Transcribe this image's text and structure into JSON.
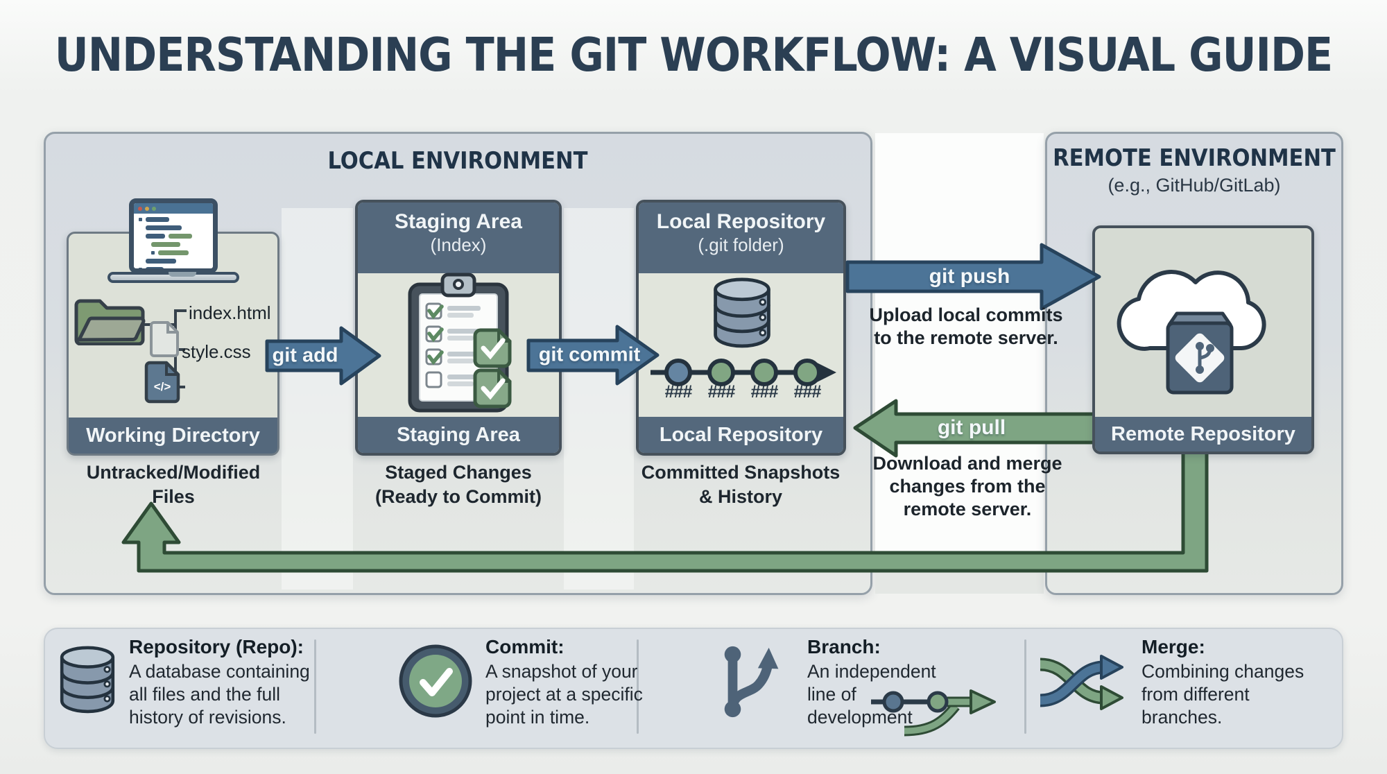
{
  "title": "UNDERSTANDING THE GIT WORKFLOW: A VISUAL GUIDE",
  "local_env": {
    "label": "LOCAL ENVIRONMENT",
    "working_directory": {
      "file_tree": {
        "file1": "index.html",
        "file2": "style.css",
        "code_glyph": "</>"
      },
      "footer": "Working Directory",
      "caption_lines": [
        "Untracked/Modified",
        "Files"
      ]
    },
    "staging_area": {
      "header": "Staging Area",
      "header_sub": "(Index)",
      "footer": "Staging Area",
      "caption_lines": [
        "Staged Changes",
        "(Ready to Commit)"
      ]
    },
    "local_repository": {
      "header": "Local Repository",
      "header_sub": "(.git folder)",
      "footer": "Local Repository",
      "caption_lines": [
        "Committed Snapshots",
        "& History"
      ],
      "commit_labels": [
        "###",
        "###",
        "###",
        "###"
      ]
    }
  },
  "remote_env": {
    "label": "REMOTE ENVIRONMENT",
    "sublabel": "(e.g., GitHub/GitLab)",
    "remote_repository": {
      "footer": "Remote Repository"
    }
  },
  "flows": {
    "git_add": {
      "label": "git add"
    },
    "git_commit": {
      "label": "git commit"
    },
    "git_push": {
      "label": "git push",
      "description_lines": [
        "Upload local commits",
        "to the remote server."
      ]
    },
    "git_pull": {
      "label": "git pull",
      "description_lines": [
        "Download and merge",
        "changes from the",
        "remote server."
      ]
    }
  },
  "legend": {
    "items": [
      {
        "icon": "database-icon",
        "term": "Repository (Repo):",
        "definition_lines": [
          "A database containing",
          "all files and the full",
          "history of revisions."
        ]
      },
      {
        "icon": "check-circle-icon",
        "term": "Commit:",
        "definition_lines": [
          "A snapshot of your",
          "project at a specific",
          "point in time."
        ]
      },
      {
        "icon": "branch-icon",
        "term": "Branch:",
        "definition_lines": [
          "An independent",
          "line of",
          "development"
        ]
      },
      {
        "icon": "merge-icon",
        "term": "Merge:",
        "definition_lines": [
          "Combining changes",
          "from different",
          "branches."
        ]
      }
    ]
  },
  "colors": {
    "arrow_blue": "#4c7497",
    "arrow_green": "#7ea583",
    "bar_slate": "#54687c",
    "navy_text": "#2b3f53"
  }
}
